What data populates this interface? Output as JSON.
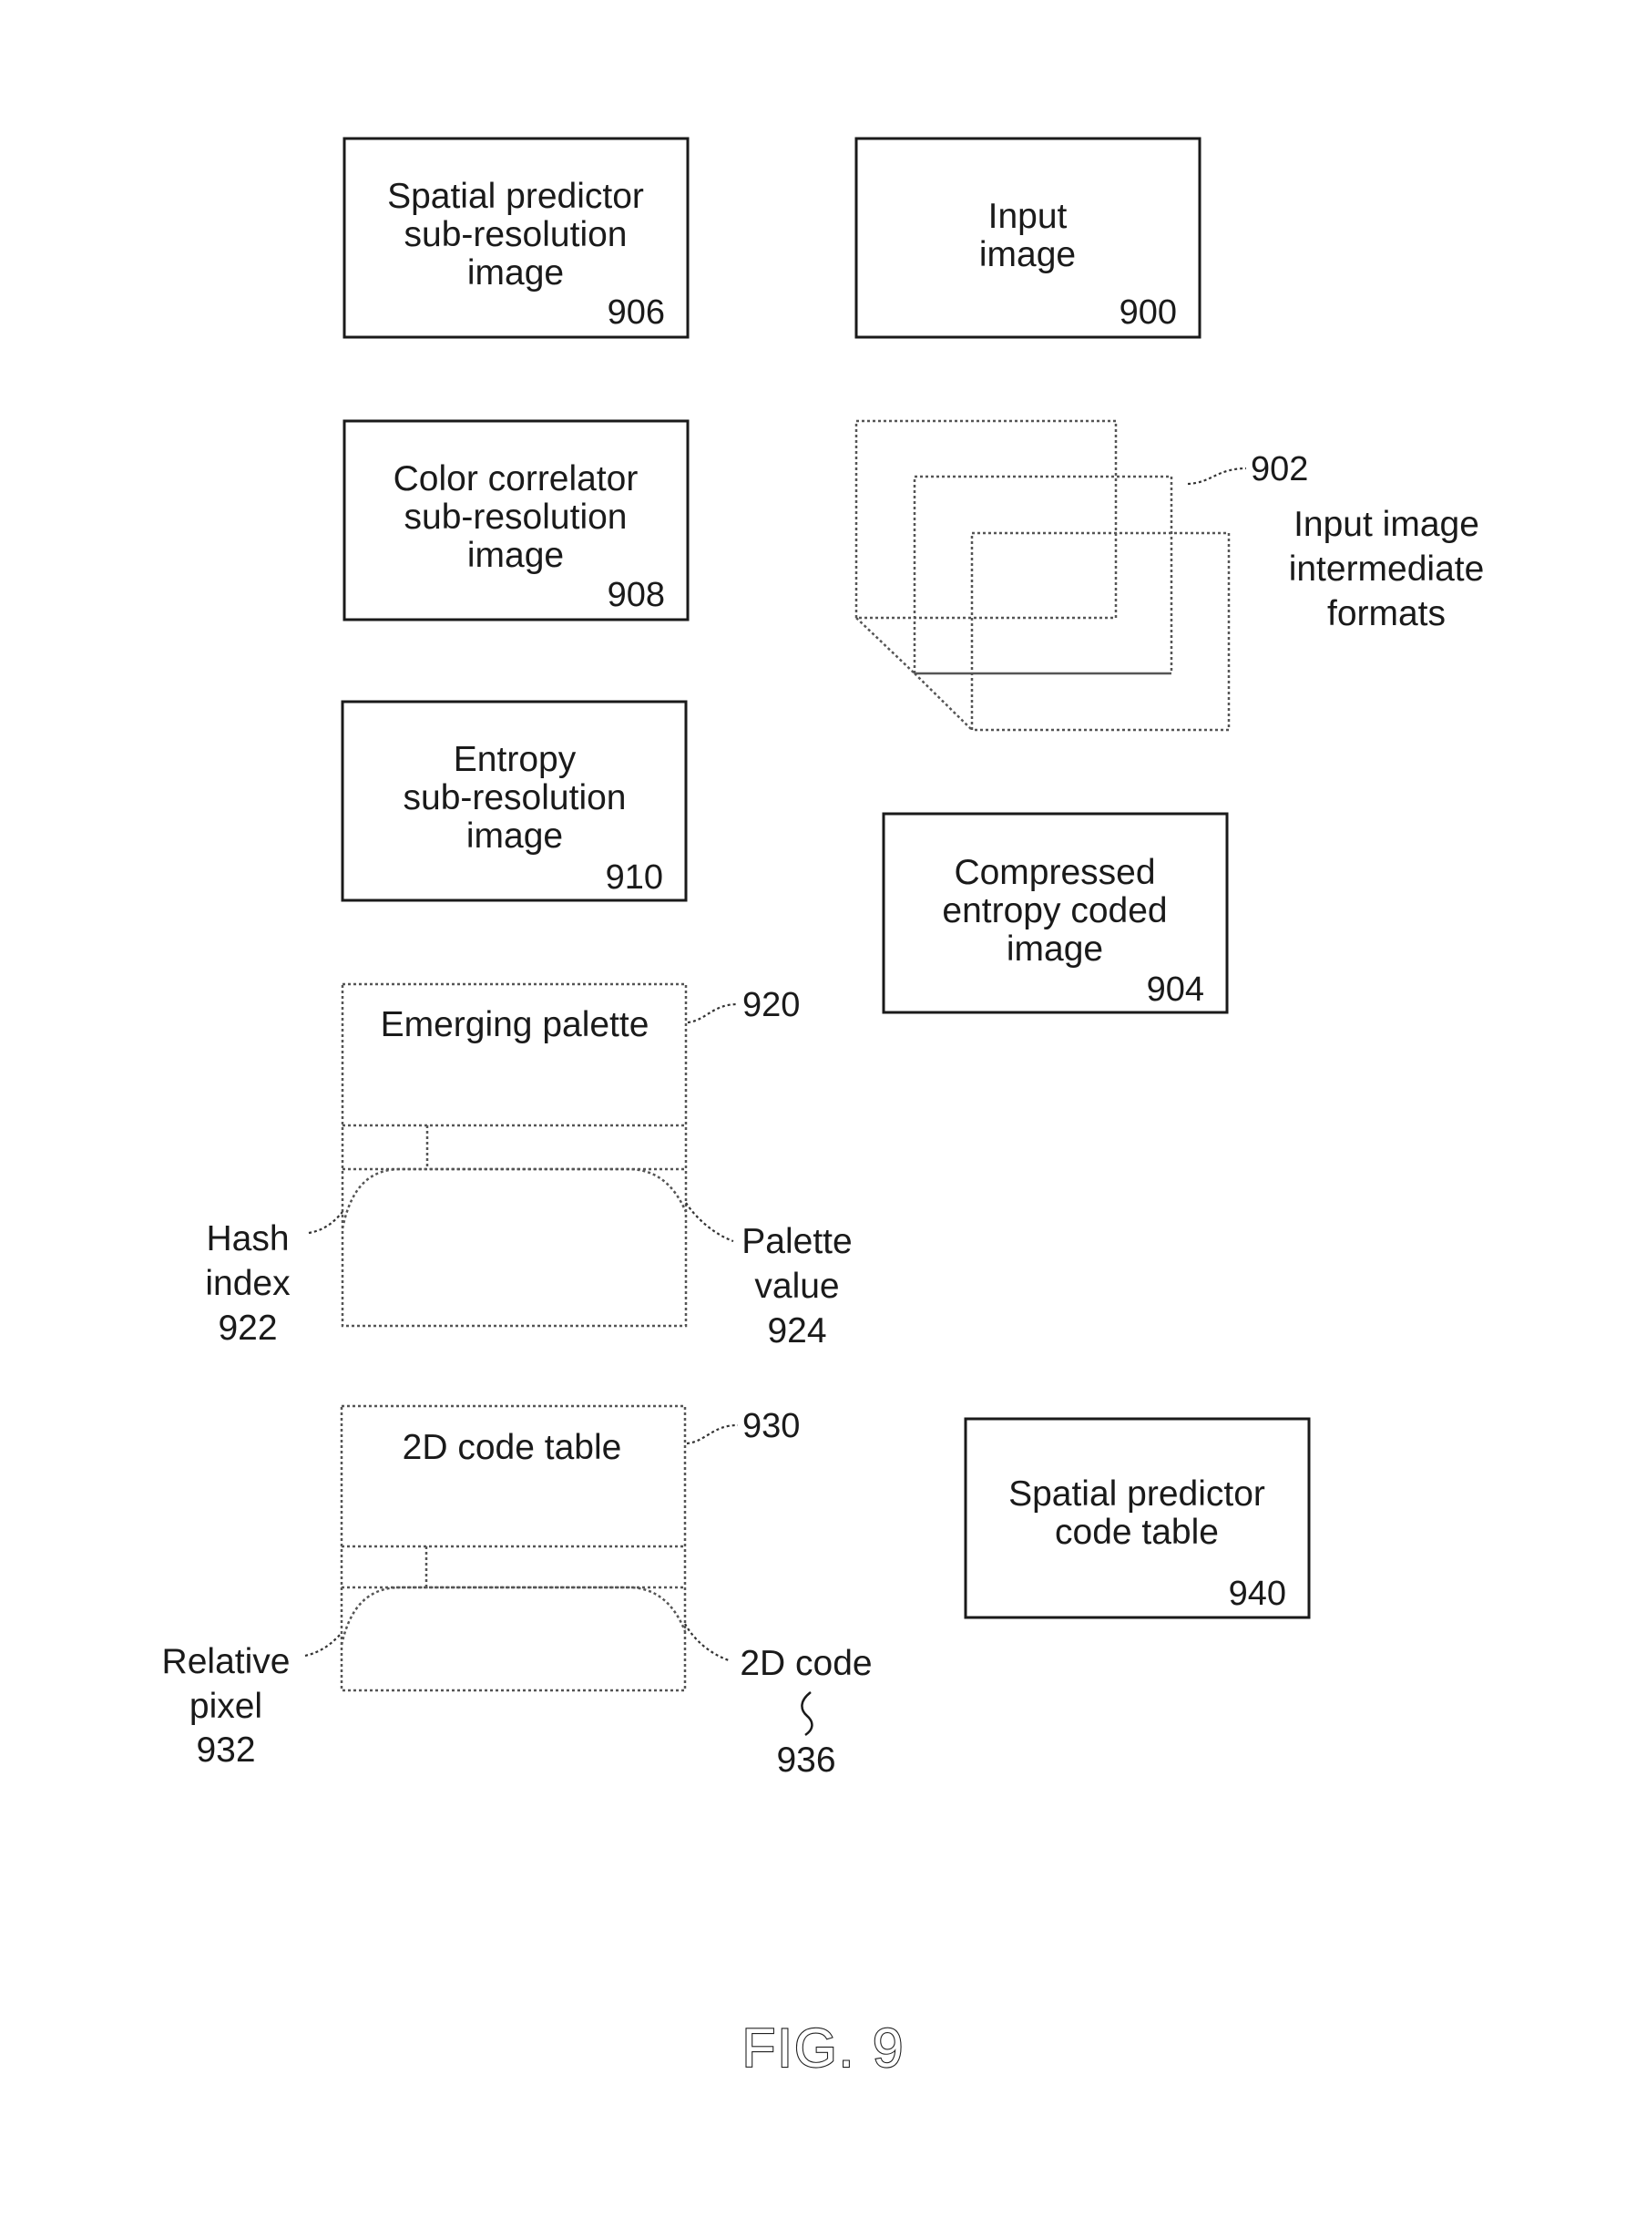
{
  "boxes": {
    "b906": {
      "lines": [
        "Spatial predictor",
        "sub-resolution",
        "image"
      ],
      "num": "906"
    },
    "b900": {
      "lines": [
        "Input",
        "image"
      ],
      "num": "900"
    },
    "b908": {
      "lines": [
        "Color correlator",
        "sub-resolution",
        "image"
      ],
      "num": "908"
    },
    "b910": {
      "lines": [
        "Entropy",
        "sub-resolution",
        "image"
      ],
      "num": "910"
    },
    "b904": {
      "lines": [
        "Compressed",
        "entropy coded",
        "image"
      ],
      "num": "904"
    },
    "b940": {
      "lines": [
        "Spatial predictor",
        "code table"
      ],
      "num": "940"
    }
  },
  "formats": {
    "num": "902",
    "lines": [
      "Input image",
      "intermediate",
      "formats"
    ]
  },
  "palette": {
    "title": "Emerging palette",
    "num": "920",
    "hash": {
      "lines": [
        "Hash",
        "index",
        "922"
      ]
    },
    "value": {
      "lines": [
        "Palette",
        "value",
        "924"
      ]
    }
  },
  "codetable": {
    "title": "2D code table",
    "num": "930",
    "relpix": {
      "lines": [
        "Relative",
        "pixel",
        "932"
      ]
    },
    "code": {
      "label": "2D code",
      "num": "936"
    }
  },
  "figure_label": "FIG. 9"
}
